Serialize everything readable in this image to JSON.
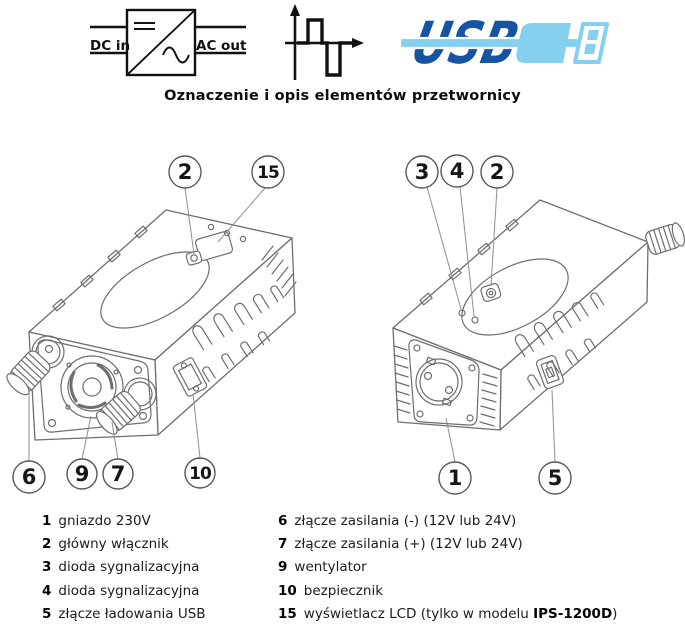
{
  "title": "Oznaczenie i opis elementów przetwornicy",
  "header": {
    "converter": {
      "icon": "dc-ac-converter-icon",
      "dc_label": "DC in",
      "ac_label": "AC out"
    },
    "waveform": {
      "icon": "modified-square-wave-icon"
    },
    "usb": {
      "icon": "usb-plug-logo",
      "label": "USB",
      "dark_blue": "#1553a3",
      "light_blue": "#85d0ef"
    }
  },
  "diagram": {
    "line_color": "#6e6e6e",
    "left_view": {
      "name": "inverter-front-left-view",
      "callouts": [
        {
          "num": "2"
        },
        {
          "num": "15"
        },
        {
          "num": "6"
        },
        {
          "num": "9"
        },
        {
          "num": "7"
        },
        {
          "num": "10"
        }
      ]
    },
    "right_view": {
      "name": "inverter-front-right-view",
      "callouts": [
        {
          "num": "3"
        },
        {
          "num": "4"
        },
        {
          "num": "2"
        },
        {
          "num": "1"
        },
        {
          "num": "5"
        }
      ]
    }
  },
  "legend": {
    "left": [
      {
        "num": "1",
        "text": "gniazdo 230V"
      },
      {
        "num": "2",
        "text": "główny włącznik"
      },
      {
        "num": "3",
        "text": "dioda sygnalizacyjna"
      },
      {
        "num": "4",
        "text": "dioda sygnalizacyjna"
      },
      {
        "num": "5",
        "text": "złącze ładowania USB"
      }
    ],
    "right": [
      {
        "num": "6",
        "text": "złącze zasilania (-) (12V lub 24V)"
      },
      {
        "num": "7",
        "text": "złącze zasilania (+) (12V lub 24V)"
      },
      {
        "num": "9",
        "text": "wentylator"
      },
      {
        "num": "10",
        "text": "bezpiecznik"
      },
      {
        "num": "15",
        "text": "wyświetlacz LCD (tylko w modelu ",
        "bold": "IPS-1200D",
        "suffix": ")"
      }
    ]
  }
}
